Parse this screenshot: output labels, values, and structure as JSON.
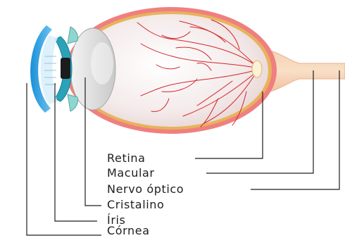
{
  "diagram": {
    "labels": {
      "retina": "Retina",
      "macular": "Macular",
      "optic_nerve": "Nervo óptico",
      "lens": "Cristalino",
      "iris": "Íris",
      "cornea": "Córnea"
    },
    "colors": {
      "sclera": "#f2e6e6",
      "choroid": "#f07f7f",
      "retina_edge": "#e7b35b",
      "vessels": "#d2252a",
      "cornea": "#2d9fe0",
      "iris": "#2aa3b9",
      "pupil": "#1c1c1c",
      "lens": "#dcdcdc",
      "optic_nerve": "#f4c8a6",
      "leader_lines": "#1e1e1e"
    }
  }
}
